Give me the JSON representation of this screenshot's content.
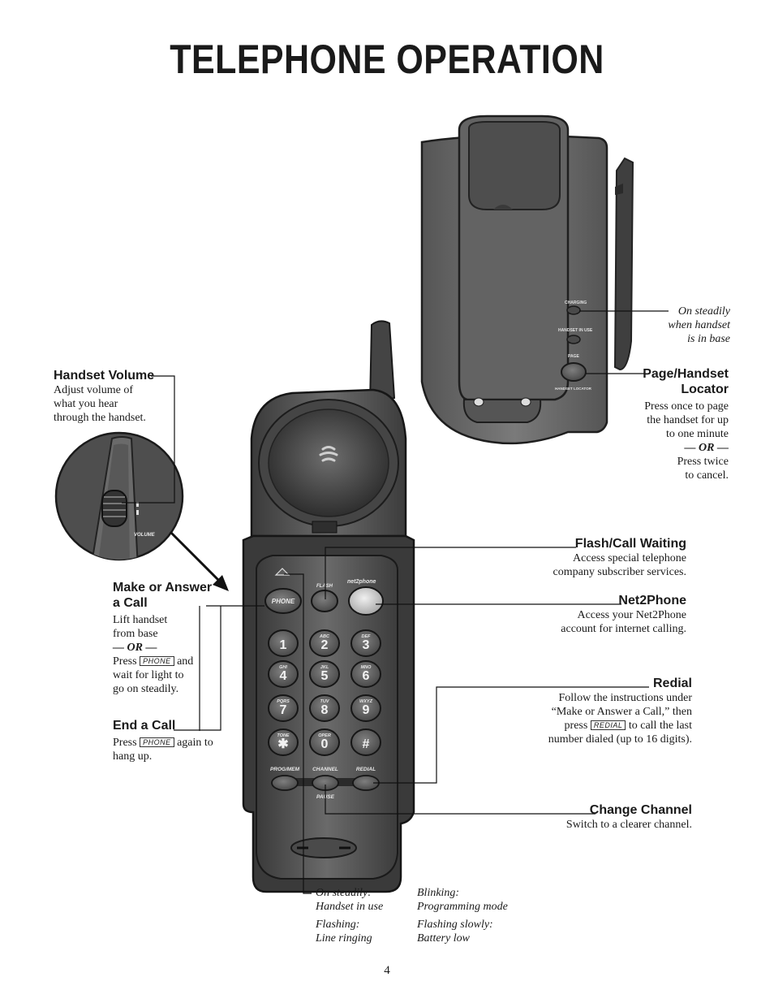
{
  "page": {
    "title": "TELEPHONE OPERATION",
    "page_number": "4"
  },
  "base": {
    "label_charging": "CHARGING",
    "label_handset_in_use": "HANDSET IN USE",
    "label_page": "PAGE",
    "label_handset_locator": "HANDSET LOCATOR",
    "charging_note": [
      "On steadily",
      "when handset",
      "is in base"
    ],
    "page_locator": {
      "heading": [
        "Page/Handset",
        "Locator"
      ],
      "desc": [
        "Press once to page",
        "the handset for up",
        "to one minute",
        "— OR —",
        "Press twice",
        "to cancel."
      ]
    }
  },
  "handset_volume": {
    "heading": "Handset Volume",
    "desc": [
      "Adjust volume of",
      "what you hear",
      "through the handset."
    ],
    "label": "VOLUME"
  },
  "make_answer": {
    "heading": [
      "Make or Answer",
      "a Call"
    ],
    "desc": [
      "Lift handset",
      "from base"
    ],
    "or": "— OR —",
    "press": "Press",
    "key": "PHONE",
    "and": "and",
    "desc2": [
      "wait for light to",
      "go on steadily."
    ]
  },
  "end_call": {
    "heading": "End a Call",
    "press": "Press",
    "key": "PHONE",
    "again": "again to",
    "line2": "hang up."
  },
  "flash": {
    "heading": "Flash/Call Waiting",
    "desc": [
      "Access special telephone",
      "company subscriber services."
    ]
  },
  "net2phone": {
    "heading": "Net2Phone",
    "desc": [
      "Access your Net2Phone",
      "account for internet calling."
    ],
    "logo": "net2phone"
  },
  "redial": {
    "heading": "Redial",
    "desc1": "Follow the instructions under",
    "desc2": "“Make or Answer a Call,” then",
    "press": "press",
    "key": "REDIAL",
    "to_call": "to call the last",
    "desc4": "number dialed (up to 16 digits)."
  },
  "change_channel": {
    "heading": "Change Channel",
    "desc": "Switch to a clearer channel."
  },
  "indicator": {
    "steady": [
      "On steadily:",
      "Handset in use"
    ],
    "blinking": [
      "Blinking:",
      "Programming mode"
    ],
    "flashing": [
      "Flashing:",
      "Line ringing"
    ],
    "slow": [
      "Flashing slowly:",
      "Battery low"
    ]
  },
  "keypad": {
    "phone": "PHONE",
    "flash": "FLASH",
    "keys": [
      {
        "digit": "1",
        "letters": ""
      },
      {
        "digit": "2",
        "letters": "ABC"
      },
      {
        "digit": "3",
        "letters": "DEF"
      },
      {
        "digit": "4",
        "letters": "GHI"
      },
      {
        "digit": "5",
        "letters": "JKL"
      },
      {
        "digit": "6",
        "letters": "MNO"
      },
      {
        "digit": "7",
        "letters": "PQRS"
      },
      {
        "digit": "8",
        "letters": "TUV"
      },
      {
        "digit": "9",
        "letters": "WXYZ"
      },
      {
        "digit": "✱",
        "letters": "TONE"
      },
      {
        "digit": "0",
        "letters": "OPER"
      },
      {
        "digit": "#",
        "letters": ""
      }
    ],
    "prog_mem": "PROG/MEM",
    "channel": "CHANNEL",
    "redial": "REDIAL",
    "pause": "PAUSE"
  }
}
